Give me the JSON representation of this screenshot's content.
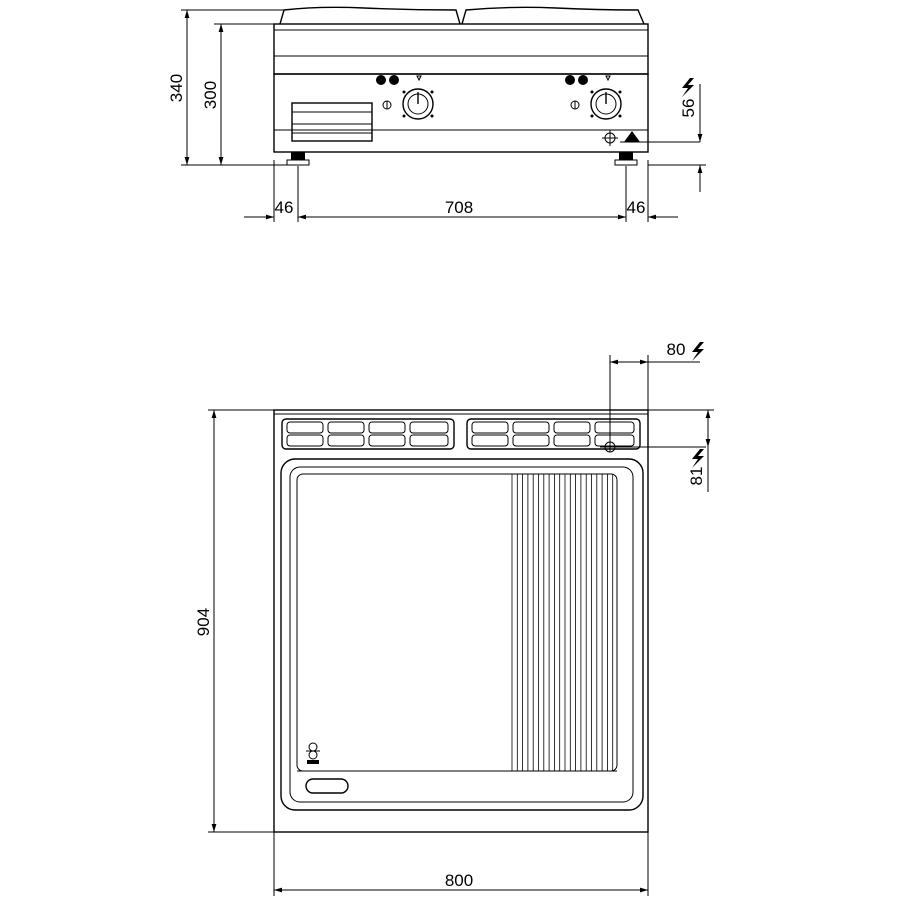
{
  "front_view": {
    "dimensions": {
      "total_height": "340",
      "body_height": "300",
      "connection_height": "56",
      "left_foot_offset": "46",
      "foot_span": "708",
      "right_foot_offset": "46"
    },
    "icons": [
      "electric-bolt-icon",
      "equipotential-terminal-icon",
      "thermostat-knob-icon",
      "indicator-lamp-icon"
    ]
  },
  "top_view": {
    "dimensions": {
      "connection_from_right": "80",
      "connection_from_back": "81",
      "depth": "904",
      "width": "800"
    },
    "surfaces": [
      "smooth-plate",
      "ribbed-plate"
    ]
  },
  "colors": {
    "line": "#000000",
    "background": "#ffffff"
  }
}
